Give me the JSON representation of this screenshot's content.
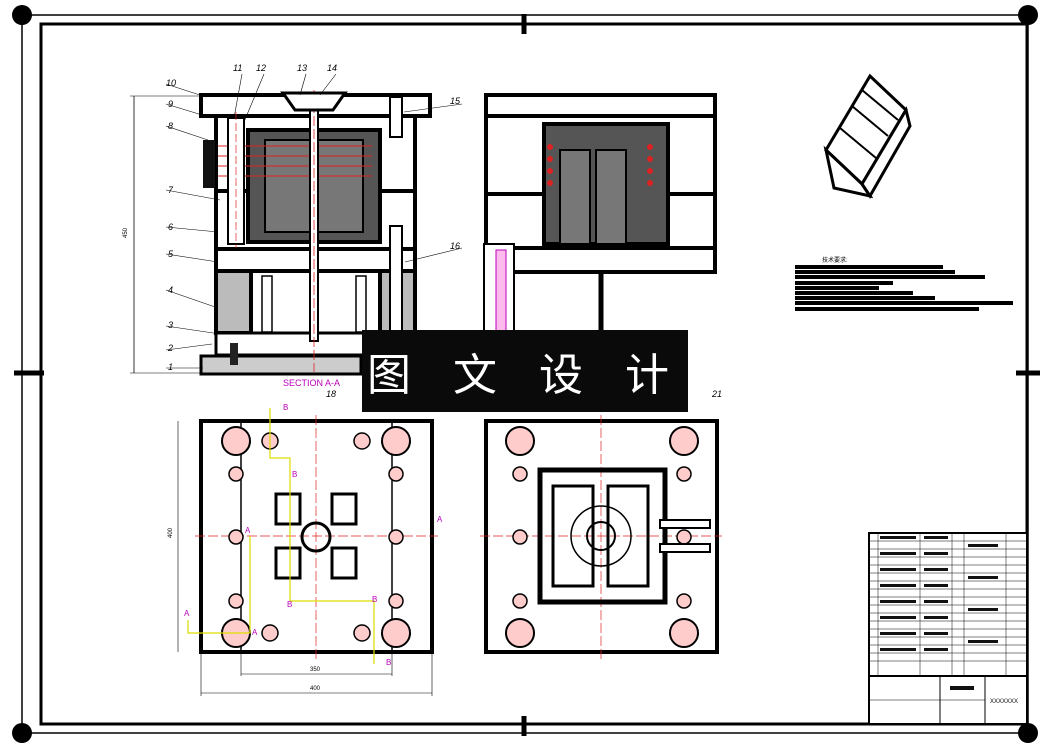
{
  "banner_text": "图 文 设 计",
  "section_label": "SECTION A-A",
  "callouts": [
    "1",
    "2",
    "3",
    "4",
    "5",
    "6",
    "7",
    "8",
    "9",
    "10",
    "11",
    "12",
    "13",
    "14",
    "15",
    "16",
    "18",
    "21"
  ],
  "section_letters": {
    "a": "A",
    "b": "B"
  },
  "dimensions": {
    "width_inner": "350",
    "width_outer": "400",
    "height_plan": "400"
  },
  "notes_title": "技术要求:",
  "title_block": {
    "drawing_no": "XXXXXXX"
  }
}
